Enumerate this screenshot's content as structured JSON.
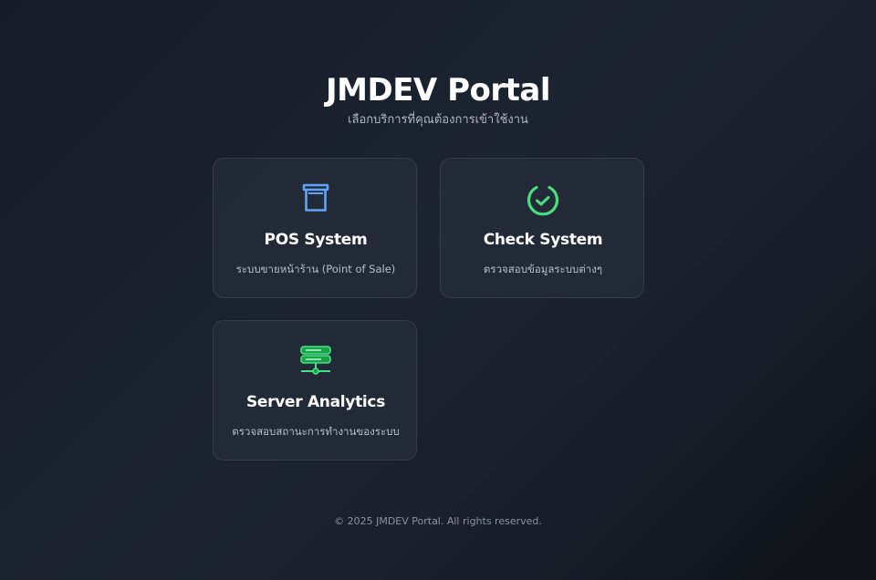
{
  "header": {
    "title": "JMDEV Portal",
    "subtitle": "เลือกบริการที่คุณต้องการเข้าใช้งาน"
  },
  "services": [
    {
      "title": "POS System",
      "description": "ระบบขายหน้าร้าน (Point of Sale)",
      "icon": "cash-register-icon",
      "icon_color": "#60a5fa"
    },
    {
      "title": "Check System",
      "description": "ตรวจสอบข้อมูลระบบต่างๆ",
      "icon": "check-circle-icon",
      "icon_color": "#4ade80"
    },
    {
      "title": "Server Analytics",
      "description": "ตรวจสอบสถานะการทำงานของระบบ",
      "icon": "server-network-icon",
      "icon_color": "#22c55e"
    }
  ],
  "footer": {
    "copyright": "© 2025 JMDEV Portal. All rights reserved."
  },
  "colors": {
    "background": "#1c2331",
    "card_background": "#242b38",
    "card_border": "#343c4b",
    "subtitle_text": "#aeb6c4",
    "footer_text": "#8a93a3"
  }
}
